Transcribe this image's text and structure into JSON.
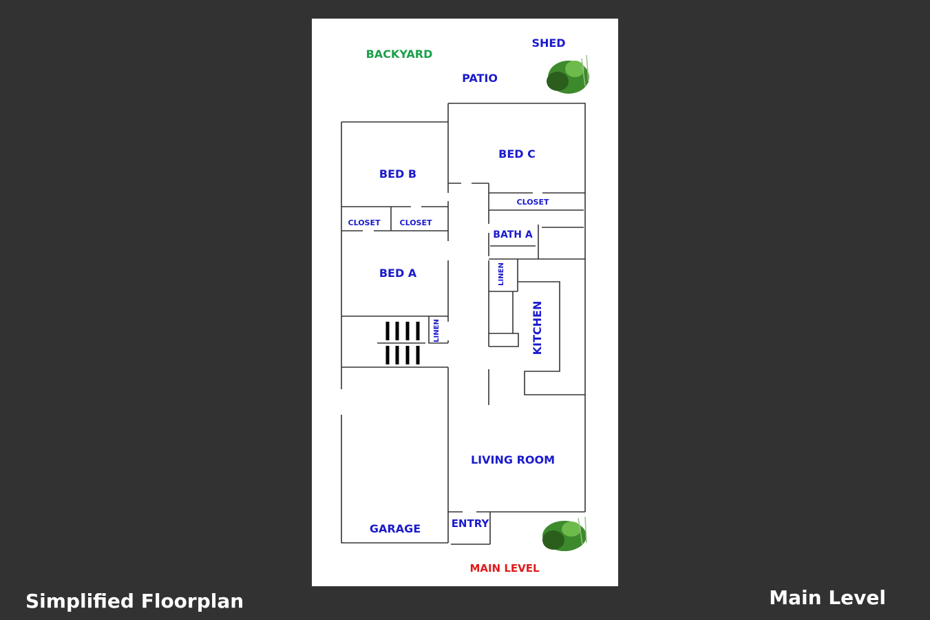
{
  "footer": {
    "left_title": "Simplified Floorplan",
    "right_title": "Main Level"
  },
  "plan": {
    "labels": {
      "backyard": "BACKYARD",
      "shed": "SHED",
      "patio": "PATIO",
      "bed_c": "BED C",
      "bed_b": "BED B",
      "closet_c": "CLOSET",
      "closet_b1": "CLOSET",
      "closet_b2": "CLOSET",
      "bath_a": "BATH A",
      "linen_1": "LINEN",
      "linen_2": "LINEN",
      "bed_a": "BED A",
      "kitchen": "KITCHEN",
      "living_room": "LIVING ROOM",
      "garage": "GARAGE",
      "entry": "ENTRY",
      "main_level": "MAIN LEVEL"
    },
    "colors": {
      "room_label": "#1a1acc",
      "backyard": "#1aa04a",
      "main_level": "#e01a1a"
    }
  }
}
